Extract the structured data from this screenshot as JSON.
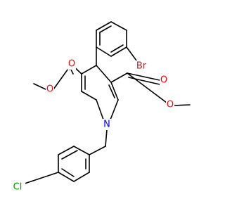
{
  "structure": {
    "atoms": [
      {
        "id": "br",
        "label": "Br",
        "color": "#a52a2a"
      },
      {
        "id": "n1",
        "label": "N",
        "color": "#0000ff"
      },
      {
        "id": "cl",
        "label": "Cl",
        "color": "#00a000"
      },
      {
        "id": "o_ester_l",
        "label": "O",
        "color": "#ff0000"
      },
      {
        "id": "o_carbonyl_l",
        "label": "O",
        "color": "#ff0000"
      },
      {
        "id": "o_carbonyl_r",
        "label": "O",
        "color": "#ff0000"
      },
      {
        "id": "o_ester_r",
        "label": "O",
        "color": "#ff0000"
      }
    ]
  }
}
